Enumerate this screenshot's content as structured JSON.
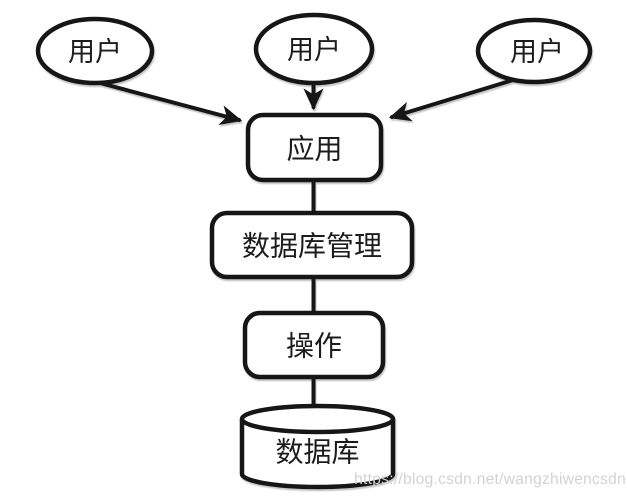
{
  "nodes": {
    "user_left": {
      "label": "用户"
    },
    "user_center": {
      "label": "用户"
    },
    "user_right": {
      "label": "用户"
    },
    "application": {
      "label": "应用"
    },
    "dbms": {
      "label": "数据库管理"
    },
    "operation": {
      "label": "操作"
    },
    "database": {
      "label": "数据库"
    }
  },
  "watermark": {
    "text": "https://blog.csdn.net/wangzhiwencsdn"
  },
  "colors": {
    "stroke": "#161616",
    "fill": "#ffffff",
    "background": "#ffffff",
    "watermark": "#d2d2d2"
  }
}
